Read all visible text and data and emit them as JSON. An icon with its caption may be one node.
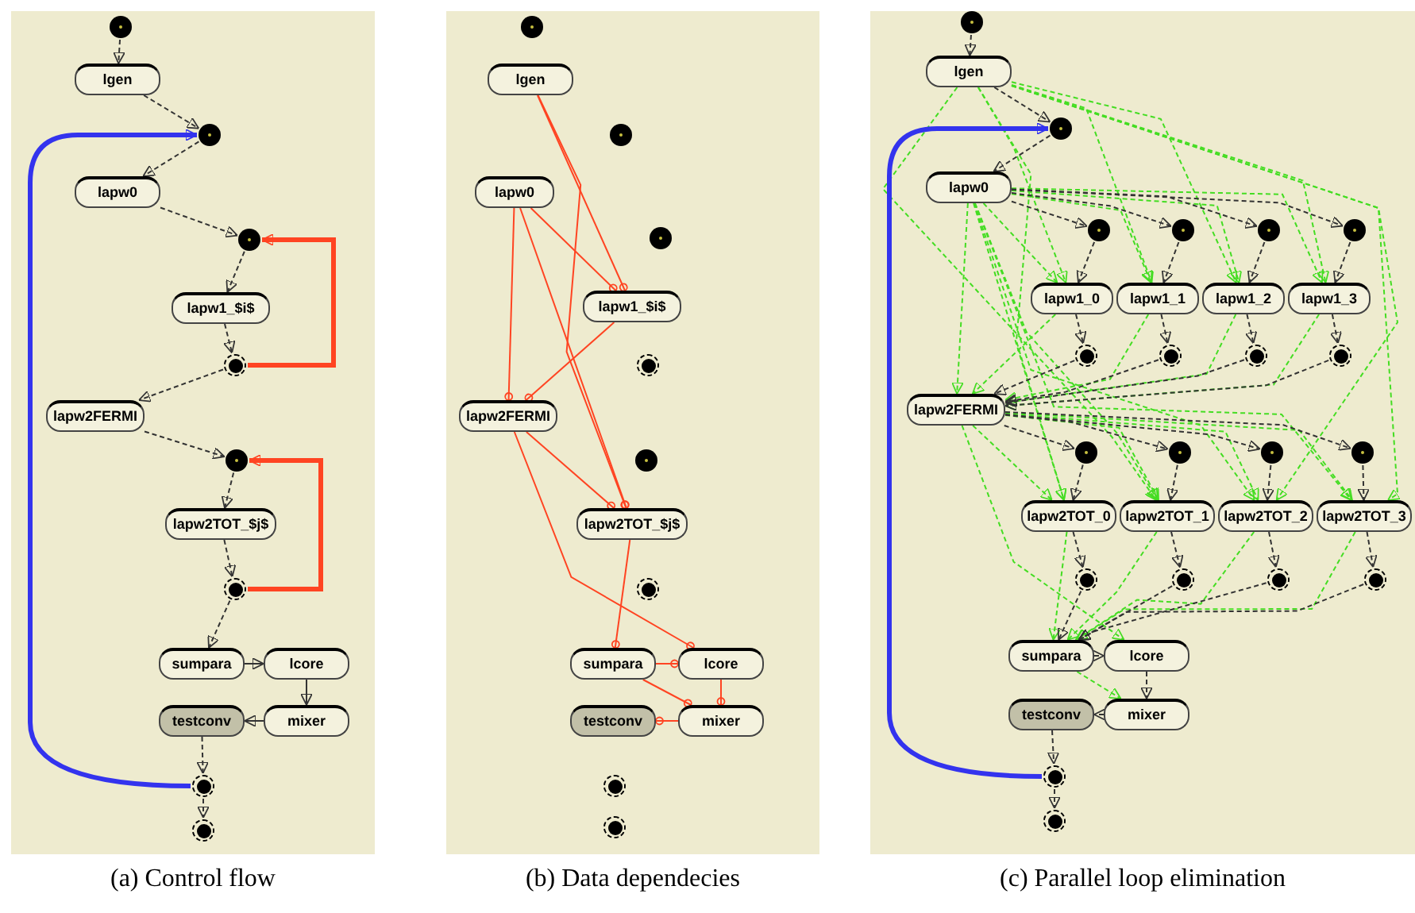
{
  "diagram": {
    "nodes": [
      {
        "text": [
          "(a) Control flow"
        ]
      },
      {
        "text": [],
        "shape": "circle",
        "in": 0
      },
      {
        "text": [
          "lgen"
        ],
        "in": 0
      },
      {
        "text": [],
        "shape": "circle",
        "in": 0
      },
      {
        "text": [
          "lapw0"
        ],
        "in": 0
      },
      {
        "text": [],
        "shape": "circle",
        "in": 0
      },
      {
        "text": [
          "lapw1_$i$"
        ],
        "in": 0
      },
      {
        "text": [],
        "shape": "bullseye",
        "in": 0
      },
      {
        "text": [
          "lapw2FERMI"
        ],
        "in": 0
      },
      {
        "text": [],
        "shape": "circle",
        "in": 0
      },
      {
        "text": [
          "lapw2TOT_$j$"
        ],
        "in": 0
      },
      {
        "text": [],
        "shape": "bullseye",
        "in": 0
      },
      {
        "text": [
          "sumpara"
        ],
        "in": 0
      },
      {
        "text": [
          "lcore"
        ],
        "in": 0
      },
      {
        "text": [
          "testconv"
        ],
        "in": 0
      },
      {
        "text": [
          "mixer"
        ],
        "in": 0
      },
      {
        "text": [],
        "shape": "bullseye",
        "in": 0
      },
      {
        "text": [],
        "shape": "bullseye",
        "in": 0
      },
      {
        "text": [
          "(b) Data dependecies"
        ]
      },
      {
        "text": [],
        "shape": "circle",
        "in": 18
      },
      {
        "text": [
          "lgen"
        ],
        "in": 18
      },
      {
        "text": [],
        "shape": "circle",
        "in": 18
      },
      {
        "text": [
          "lapw0"
        ],
        "in": 18
      },
      {
        "text": [],
        "shape": "circle",
        "in": 18
      },
      {
        "text": [
          "lapw1_$i$"
        ],
        "in": 18
      },
      {
        "text": [],
        "shape": "bullseye",
        "in": 18
      },
      {
        "text": [
          "lapw2FERMI"
        ],
        "in": 18
      },
      {
        "text": [],
        "shape": "circle",
        "in": 18
      },
      {
        "text": [
          "lapw2TOT_$j$"
        ],
        "in": 18
      },
      {
        "text": [],
        "shape": "bullseye",
        "in": 18
      },
      {
        "text": [
          "sumpara"
        ],
        "in": 18
      },
      {
        "text": [
          "lcore"
        ],
        "in": 18
      },
      {
        "text": [
          "testconv"
        ],
        "in": 18
      },
      {
        "text": [
          "mixer"
        ],
        "in": 18
      },
      {
        "text": [],
        "shape": "bullseye",
        "in": 18
      },
      {
        "text": [],
        "shape": "bullseye",
        "in": 18
      },
      {
        "text": [
          "(c) Parallel loop elimination"
        ]
      },
      {
        "text": [],
        "shape": "circle",
        "in": 36
      },
      {
        "text": [
          "lgen"
        ],
        "in": 36
      },
      {
        "text": [],
        "shape": "circle",
        "in": 36
      },
      {
        "text": [
          "lapw0"
        ],
        "in": 36
      },
      {
        "text": [],
        "shape": "circle",
        "in": 36
      },
      {
        "text": [],
        "shape": "circle",
        "in": 36
      },
      {
        "text": [],
        "shape": "circle",
        "in": 36
      },
      {
        "text": [],
        "shape": "circle",
        "in": 36
      },
      {
        "text": [
          "lapw1_0"
        ],
        "in": 36
      },
      {
        "text": [
          "lapw1_1"
        ],
        "in": 36
      },
      {
        "text": [
          "lapw1_2"
        ],
        "in": 36
      },
      {
        "text": [
          "lapw1_3"
        ],
        "in": 36
      },
      {
        "text": [],
        "shape": "bullseye",
        "in": 36
      },
      {
        "text": [],
        "shape": "bullseye",
        "in": 36
      },
      {
        "text": [],
        "shape": "bullseye",
        "in": 36
      },
      {
        "text": [],
        "shape": "bullseye",
        "in": 36
      },
      {
        "text": [
          "lapw2FERMI"
        ],
        "in": 36
      },
      {
        "text": [],
        "shape": "circle",
        "in": 36
      },
      {
        "text": [],
        "shape": "circle",
        "in": 36
      },
      {
        "text": [],
        "shape": "circle",
        "in": 36
      },
      {
        "text": [],
        "shape": "circle",
        "in": 36
      },
      {
        "text": [
          "lapw2TOT_0"
        ],
        "in": 36
      },
      {
        "text": [
          "lapw2TOT_1"
        ],
        "in": 36
      },
      {
        "text": [
          "lapw2TOT_2"
        ],
        "in": 36
      },
      {
        "text": [
          "lapw2TOT_3"
        ],
        "in": 36
      },
      {
        "text": [],
        "shape": "bullseye",
        "in": 36
      },
      {
        "text": [],
        "shape": "bullseye",
        "in": 36
      },
      {
        "text": [],
        "shape": "bullseye",
        "in": 36
      },
      {
        "text": [],
        "shape": "bullseye",
        "in": 36
      },
      {
        "text": [
          "sumpara"
        ],
        "in": 36
      },
      {
        "text": [
          "lcore"
        ],
        "in": 36
      },
      {
        "text": [
          "testconv"
        ],
        "in": 36
      },
      {
        "text": [
          "mixer"
        ],
        "in": 36
      },
      {
        "text": [],
        "shape": "bullseye",
        "in": 36
      },
      {
        "text": [],
        "shape": "bullseye",
        "in": 36
      }
    ],
    "edges": [
      {
        "from": 1,
        "to": 2,
        "arrow": "to",
        "style": "dashed"
      },
      {
        "from": 2,
        "to": 3,
        "arrow": "to",
        "style": "dashed"
      },
      {
        "from": 3,
        "to": 4,
        "arrow": "to",
        "style": "dashed"
      },
      {
        "from": 4,
        "to": 5,
        "arrow": "to",
        "style": "dashed"
      },
      {
        "from": 5,
        "to": 6,
        "arrow": "to",
        "style": "dashed"
      },
      {
        "from": 6,
        "to": 7,
        "arrow": "to",
        "style": "dashed"
      },
      {
        "from": 7,
        "to": 8,
        "arrow": "to",
        "style": "dashed"
      },
      {
        "from": 8,
        "to": 9,
        "arrow": "to",
        "style": "dashed"
      },
      {
        "from": 9,
        "to": 10,
        "arrow": "to",
        "style": "dashed"
      },
      {
        "from": 10,
        "to": 11,
        "arrow": "to",
        "style": "dashed"
      },
      {
        "from": 11,
        "to": 12,
        "arrow": "to",
        "style": "dashed"
      },
      {
        "from": 12,
        "to": 13,
        "arrow": "to"
      },
      {
        "from": 13,
        "to": 15,
        "arrow": "to"
      },
      {
        "from": 15,
        "to": 14,
        "arrow": "to"
      },
      {
        "from": 14,
        "to": 16,
        "arrow": "to",
        "style": "dashed"
      },
      {
        "from": 16,
        "to": 17,
        "arrow": "to",
        "style": "dashed"
      },
      {
        "from": 7,
        "to": 5,
        "arrow": "to",
        "style": "thick",
        "color": "#ff4422"
      },
      {
        "from": 11,
        "to": 9,
        "arrow": "to",
        "style": "thick",
        "color": "#ff4422"
      },
      {
        "from": 16,
        "to": 3,
        "arrow": "to",
        "style": "thick",
        "color": "#3333ee"
      },
      {
        "from": 20,
        "to": 24,
        "arrow": "other",
        "color": "#ff4422"
      },
      {
        "from": 20,
        "to": 28,
        "arrow": "other",
        "color": "#ff4422"
      },
      {
        "from": 22,
        "to": 26,
        "arrow": "other",
        "color": "#ff4422"
      },
      {
        "from": 22,
        "to": 24,
        "arrow": "other",
        "color": "#ff4422"
      },
      {
        "from": 22,
        "to": 28,
        "arrow": "other",
        "color": "#ff4422"
      },
      {
        "from": 24,
        "to": 26,
        "arrow": "other",
        "color": "#ff4422"
      },
      {
        "from": 26,
        "to": 28,
        "arrow": "other",
        "color": "#ff4422"
      },
      {
        "from": 26,
        "to": 31,
        "arrow": "other",
        "color": "#ff4422"
      },
      {
        "from": 28,
        "to": 30,
        "arrow": "other",
        "color": "#ff4422"
      },
      {
        "from": 30,
        "to": 31,
        "arrow": "other",
        "color": "#ff4422"
      },
      {
        "from": 30,
        "to": 33,
        "arrow": "other",
        "color": "#ff4422"
      },
      {
        "from": 31,
        "to": 33,
        "arrow": "other",
        "color": "#ff4422"
      },
      {
        "from": 33,
        "to": 32,
        "arrow": "other",
        "color": "#ff4422"
      },
      {
        "from": 38,
        "to": 45,
        "arrow": "to",
        "style": "dashed",
        "color": "#44dd22"
      },
      {
        "from": 38,
        "to": 46,
        "arrow": "to",
        "style": "dashed",
        "color": "#44dd22"
      },
      {
        "from": 38,
        "to": 47,
        "arrow": "to",
        "style": "dashed",
        "color": "#44dd22"
      },
      {
        "from": 38,
        "to": 48,
        "arrow": "to",
        "style": "dashed",
        "color": "#44dd22"
      },
      {
        "from": 38,
        "to": 58,
        "arrow": "to",
        "style": "dashed",
        "color": "#44dd22"
      },
      {
        "from": 38,
        "to": 59,
        "arrow": "to",
        "style": "dashed",
        "color": "#44dd22"
      },
      {
        "from": 38,
        "to": 60,
        "arrow": "to",
        "style": "dashed",
        "color": "#44dd22"
      },
      {
        "from": 38,
        "to": 61,
        "arrow": "to",
        "style": "dashed",
        "color": "#44dd22"
      },
      {
        "from": 40,
        "to": 45,
        "arrow": "to",
        "style": "dashed",
        "color": "#44dd22"
      },
      {
        "from": 40,
        "to": 46,
        "arrow": "to",
        "style": "dashed",
        "color": "#44dd22"
      },
      {
        "from": 40,
        "to": 47,
        "arrow": "to",
        "style": "dashed",
        "color": "#44dd22"
      },
      {
        "from": 40,
        "to": 48,
        "arrow": "to",
        "style": "dashed",
        "color": "#44dd22"
      },
      {
        "from": 40,
        "to": 53,
        "arrow": "to",
        "style": "dashed",
        "color": "#44dd22"
      },
      {
        "from": 40,
        "to": 58,
        "arrow": "to",
        "style": "dashed",
        "color": "#44dd22"
      },
      {
        "from": 40,
        "to": 59,
        "arrow": "to",
        "style": "dashed",
        "color": "#44dd22"
      },
      {
        "from": 40,
        "to": 60,
        "arrow": "to",
        "style": "dashed",
        "color": "#44dd22"
      },
      {
        "from": 40,
        "to": 61,
        "arrow": "to",
        "style": "dashed",
        "color": "#44dd22"
      },
      {
        "from": 45,
        "to": 53,
        "arrow": "to",
        "style": "dashed",
        "color": "#44dd22"
      },
      {
        "from": 46,
        "to": 53,
        "arrow": "to",
        "style": "dashed",
        "color": "#44dd22"
      },
      {
        "from": 47,
        "to": 53,
        "arrow": "to",
        "style": "dashed",
        "color": "#44dd22"
      },
      {
        "from": 48,
        "to": 53,
        "arrow": "to",
        "style": "dashed",
        "color": "#44dd22"
      },
      {
        "from": 53,
        "to": 58,
        "arrow": "to",
        "style": "dashed",
        "color": "#44dd22"
      },
      {
        "from": 53,
        "to": 59,
        "arrow": "to",
        "style": "dashed",
        "color": "#44dd22"
      },
      {
        "from": 53,
        "to": 60,
        "arrow": "to",
        "style": "dashed",
        "color": "#44dd22"
      },
      {
        "from": 53,
        "to": 61,
        "arrow": "to",
        "style": "dashed",
        "color": "#44dd22"
      },
      {
        "from": 53,
        "to": 67,
        "arrow": "to",
        "style": "dashed",
        "color": "#44dd22"
      },
      {
        "from": 58,
        "to": 66,
        "arrow": "to",
        "style": "dashed",
        "color": "#44dd22"
      },
      {
        "from": 59,
        "to": 66,
        "arrow": "to",
        "style": "dashed",
        "color": "#44dd22"
      },
      {
        "from": 60,
        "to": 66,
        "arrow": "to",
        "style": "dashed",
        "color": "#44dd22"
      },
      {
        "from": 61,
        "to": 66,
        "arrow": "to",
        "style": "dashed",
        "color": "#44dd22"
      },
      {
        "from": 66,
        "to": 69,
        "arrow": "to",
        "style": "dashed",
        "color": "#44dd22"
      },
      {
        "from": 37,
        "to": 38,
        "arrow": "to",
        "style": "dashed"
      },
      {
        "from": 38,
        "to": 39,
        "arrow": "to",
        "style": "dashed"
      },
      {
        "from": 39,
        "to": 40,
        "arrow": "to",
        "style": "dashed"
      },
      {
        "from": 40,
        "to": 41,
        "arrow": "to",
        "style": "dashed"
      },
      {
        "from": 40,
        "to": 42,
        "arrow": "to",
        "style": "dashed"
      },
      {
        "from": 40,
        "to": 43,
        "arrow": "to",
        "style": "dashed"
      },
      {
        "from": 40,
        "to": 44,
        "arrow": "to",
        "style": "dashed"
      },
      {
        "from": 41,
        "to": 45,
        "arrow": "to",
        "style": "dashed"
      },
      {
        "from": 42,
        "to": 46,
        "arrow": "to",
        "style": "dashed"
      },
      {
        "from": 43,
        "to": 47,
        "arrow": "to",
        "style": "dashed"
      },
      {
        "from": 44,
        "to": 48,
        "arrow": "to",
        "style": "dashed"
      },
      {
        "from": 45,
        "to": 49,
        "arrow": "to",
        "style": "dashed"
      },
      {
        "from": 46,
        "to": 50,
        "arrow": "to",
        "style": "dashed"
      },
      {
        "from": 47,
        "to": 51,
        "arrow": "to",
        "style": "dashed"
      },
      {
        "from": 48,
        "to": 52,
        "arrow": "to",
        "style": "dashed"
      },
      {
        "from": 49,
        "to": 53,
        "arrow": "to",
        "style": "dashed"
      },
      {
        "from": 50,
        "to": 53,
        "arrow": "to",
        "style": "dashed"
      },
      {
        "from": 51,
        "to": 53,
        "arrow": "to",
        "style": "dashed"
      },
      {
        "from": 52,
        "to": 53,
        "arrow": "to",
        "style": "dashed"
      },
      {
        "from": 53,
        "to": 54,
        "arrow": "to",
        "style": "dashed"
      },
      {
        "from": 53,
        "to": 55,
        "arrow": "to",
        "style": "dashed"
      },
      {
        "from": 53,
        "to": 56,
        "arrow": "to",
        "style": "dashed"
      },
      {
        "from": 53,
        "to": 57,
        "arrow": "to",
        "style": "dashed"
      },
      {
        "from": 54,
        "to": 58,
        "arrow": "to",
        "style": "dashed"
      },
      {
        "from": 55,
        "to": 59,
        "arrow": "to",
        "style": "dashed"
      },
      {
        "from": 56,
        "to": 60,
        "arrow": "to",
        "style": "dashed"
      },
      {
        "from": 57,
        "to": 61,
        "arrow": "to",
        "style": "dashed"
      },
      {
        "from": 58,
        "to": 62,
        "arrow": "to",
        "style": "dashed"
      },
      {
        "from": 59,
        "to": 63,
        "arrow": "to",
        "style": "dashed"
      },
      {
        "from": 60,
        "to": 64,
        "arrow": "to",
        "style": "dashed"
      },
      {
        "from": 61,
        "to": 65,
        "arrow": "to",
        "style": "dashed"
      },
      {
        "from": 62,
        "to": 66,
        "arrow": "to",
        "style": "dashed"
      },
      {
        "from": 63,
        "to": 66,
        "arrow": "to",
        "style": "dashed"
      },
      {
        "from": 64,
        "to": 66,
        "arrow": "to",
        "style": "dashed"
      },
      {
        "from": 65,
        "to": 66,
        "arrow": "to",
        "style": "dashed"
      },
      {
        "from": 66,
        "to": 67,
        "arrow": "to",
        "style": "dashed"
      },
      {
        "from": 67,
        "to": 69,
        "arrow": "to",
        "style": "dashed"
      },
      {
        "from": 69,
        "to": 68,
        "arrow": "to",
        "style": "dashed"
      },
      {
        "from": 68,
        "to": 70,
        "arrow": "to",
        "style": "dashed"
      },
      {
        "from": 70,
        "to": 71,
        "arrow": "to",
        "style": "dashed"
      },
      {
        "from": 70,
        "to": 39,
        "arrow": "to",
        "style": "thick",
        "color": "#3333ee"
      }
    ]
  }
}
